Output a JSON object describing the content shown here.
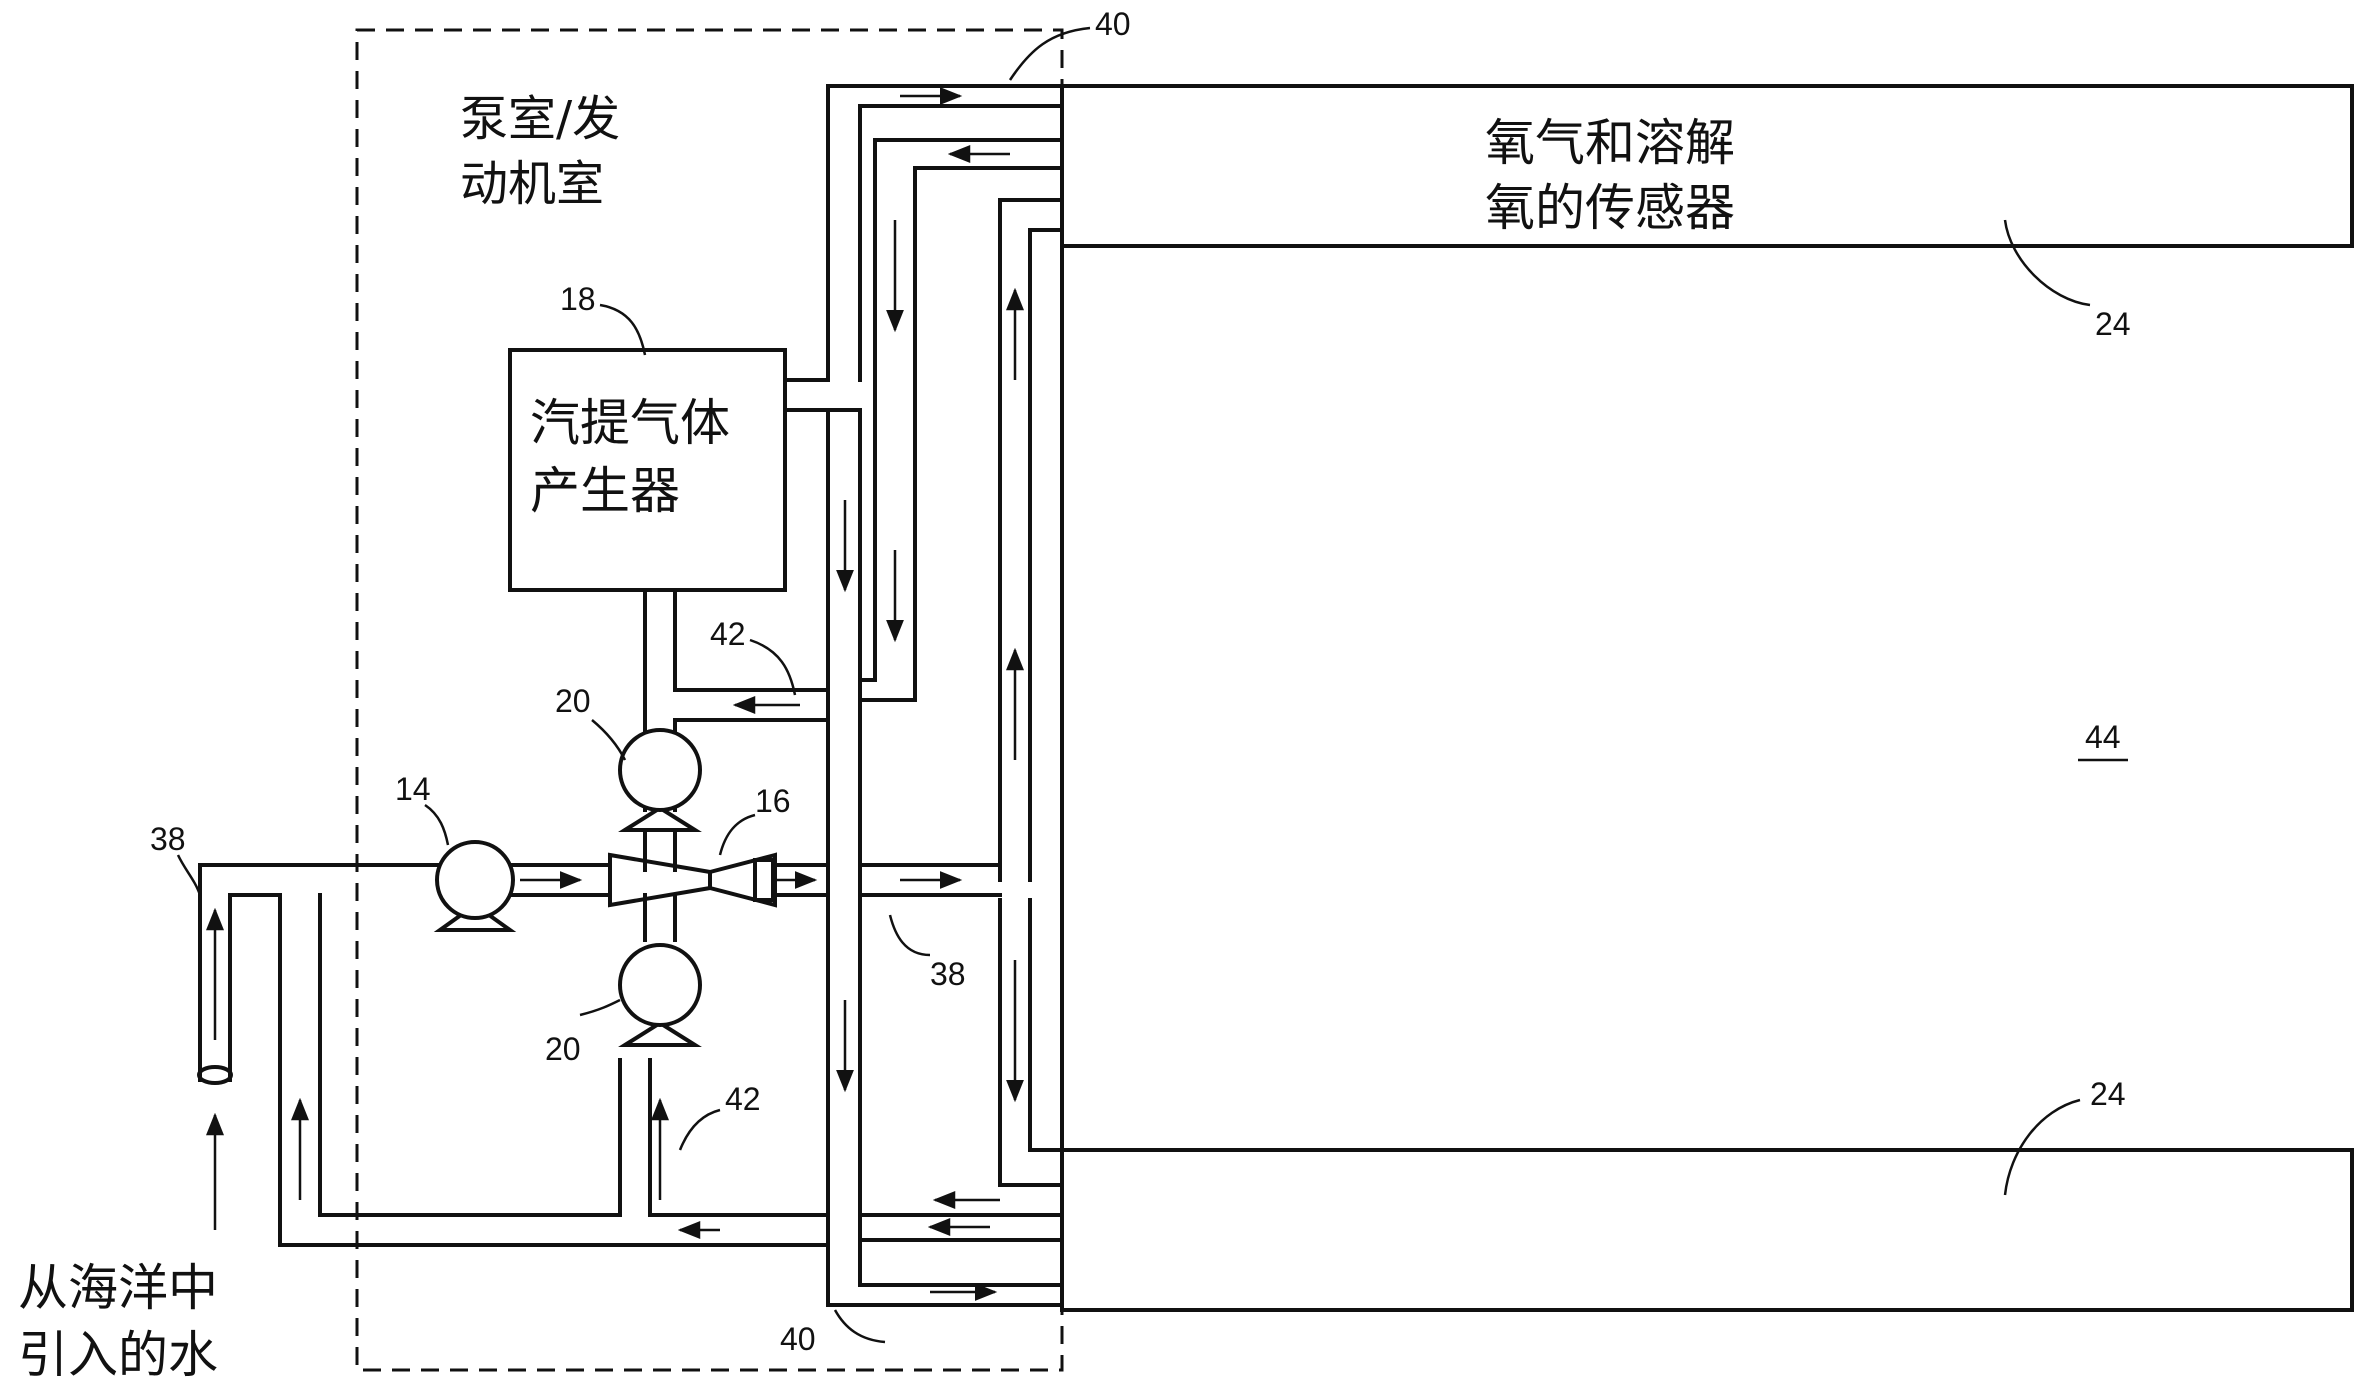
{
  "labels": {
    "pump_room": [
      "泵室/发",
      "动机室"
    ],
    "stripping_gas_generator": [
      "汽提气体",
      "产生器"
    ],
    "oxygen_sensor": [
      "氧气和溶解",
      "氧的传感器"
    ],
    "water_source": [
      "从海洋中",
      "引入的水"
    ]
  },
  "refs": {
    "r40_top": "40",
    "r40_bottom": "40",
    "r18": "18",
    "r24_top": "24",
    "r24_bottom": "24",
    "r42_upper": "42",
    "r42_lower": "42",
    "r20_upper": "20",
    "r20_lower": "20",
    "r14": "14",
    "r16": "16",
    "r38_left": "38",
    "r38_right": "38",
    "r44": "44"
  }
}
